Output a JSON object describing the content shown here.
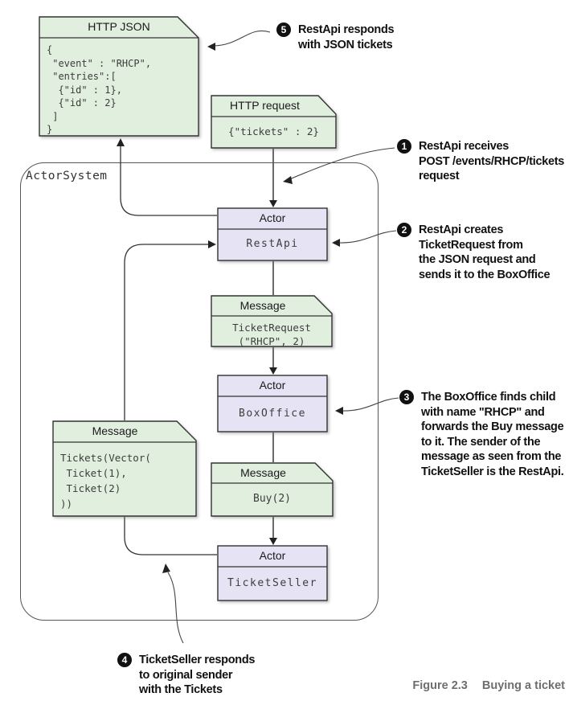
{
  "figure": {
    "caption_label": "Figure 2.3",
    "caption_text": "Buying a ticket"
  },
  "colors": {
    "message_fill": "#e1efdf",
    "actor_fill": "#e6e3f4",
    "stroke": "#333333",
    "annotation_circle": "#111111"
  },
  "diagram": {
    "actor_system_label": "ActorSystem",
    "http_json": {
      "title": "HTTP JSON",
      "body": "{\n \"event\" : \"RHCP\",\n \"entries\":[\n  {\"id\" : 1},\n  {\"id\" : 2}\n ]\n}"
    },
    "http_request": {
      "title": "HTTP request",
      "body": "{\"tickets\" : 2}"
    },
    "rest_api": {
      "title": "Actor",
      "body": "RestApi"
    },
    "ticket_request": {
      "title": "Message",
      "body": "TicketRequest\n(\"RHCP\", 2)"
    },
    "box_office": {
      "title": "Actor",
      "body": "BoxOffice"
    },
    "buy": {
      "title": "Message",
      "body": "Buy(2)"
    },
    "ticket_seller": {
      "title": "Actor",
      "body": "TicketSeller"
    },
    "tickets": {
      "title": "Message",
      "body": "Tickets(Vector(\n Ticket(1),\n Ticket(2)\n))"
    }
  },
  "annotations": [
    {
      "num": "1",
      "text": "RestApi receives\nPOST /events/RHCP/tickets\nrequest"
    },
    {
      "num": "2",
      "text": "RestApi creates\nTicketRequest from\nthe JSON request and\nsends it to the BoxOffice"
    },
    {
      "num": "3",
      "text": "The BoxOffice finds child\nwith name \"RHCP\" and\nforwards the Buy message\nto it. The sender of the\nmessage as seen from the\nTicketSeller is the RestApi."
    },
    {
      "num": "4",
      "text": "TicketSeller responds\nto original sender\nwith the Tickets"
    },
    {
      "num": "5",
      "text": "RestApi responds\nwith JSON tickets"
    }
  ]
}
